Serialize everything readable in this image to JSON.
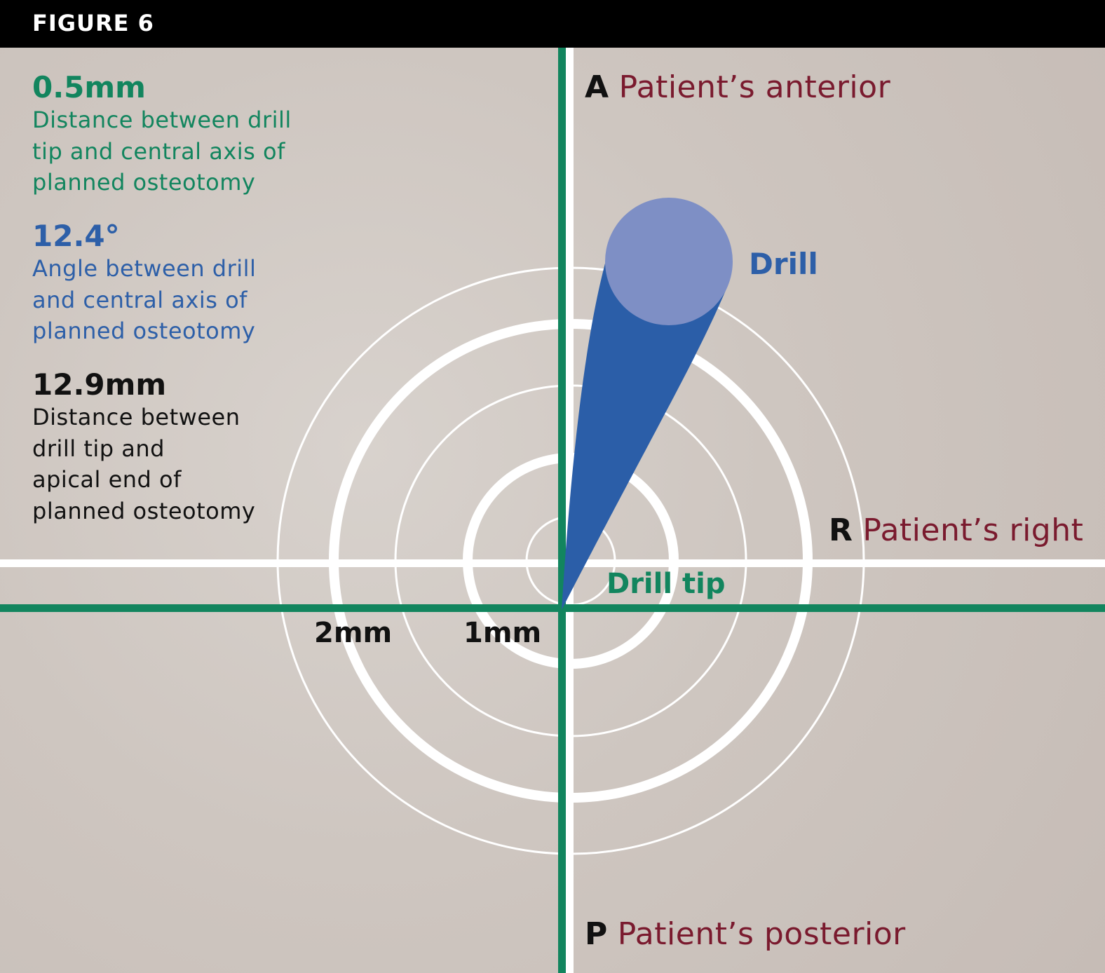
{
  "figure_title": "FIGURE 6",
  "metrics": [
    {
      "value": "0.5mm",
      "description": [
        "Distance between drill",
        "tip and central axis of",
        "planned osteotomy"
      ],
      "color": "#12855e"
    },
    {
      "value": "12.4°",
      "description": [
        "Angle between drill",
        "and central axis of",
        "planned osteotomy"
      ],
      "color": "#2d5fa8"
    },
    {
      "value": "12.9mm",
      "description": [
        "Distance between",
        "drill tip and",
        "apical end of",
        "planned osteotomy"
      ],
      "color": "#111111"
    }
  ],
  "axes": {
    "anterior": {
      "letter": "A",
      "label": "Patient’s anterior"
    },
    "right": {
      "letter": "R",
      "label": "Patient’s right"
    },
    "posterior": {
      "letter": "P",
      "label": "Patient’s posterior"
    }
  },
  "labels": {
    "drill": "Drill",
    "drill_tip": "Drill tip",
    "ring_2mm": "2mm",
    "ring_1mm": "1mm"
  },
  "colors": {
    "green": "#12855e",
    "blue": "#2b5ea8",
    "drill_head": "#7e8fc5",
    "axis_label": "#7a1a2e"
  }
}
